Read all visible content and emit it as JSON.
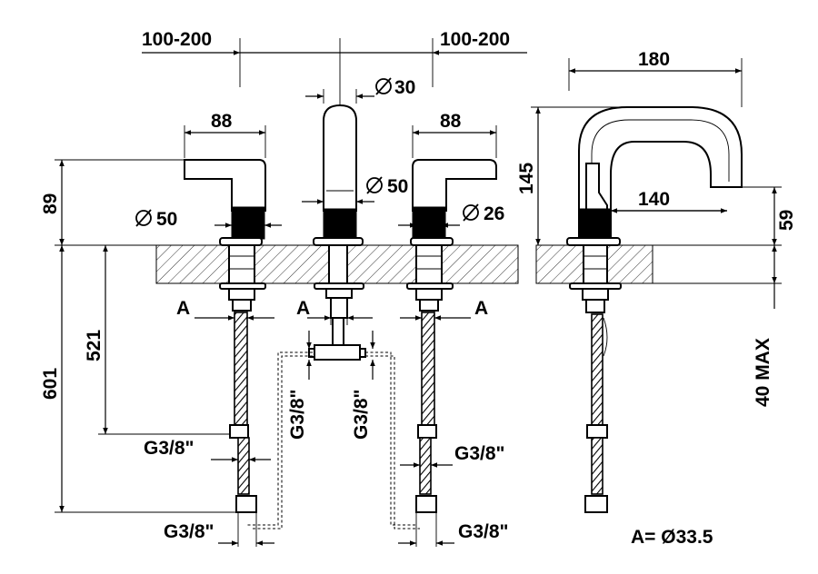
{
  "dimensions": {
    "spacing_left": "100-200",
    "spacing_right": "100-200",
    "spout_diameter": "30",
    "handle_width_left": "88",
    "handle_width_right": "88",
    "handle_height": "89",
    "body_diameter_left": "50",
    "spout_body_diameter": "50",
    "body_diameter_right": "26",
    "total_depth": "601",
    "connection_depth": "521",
    "side_reach": "180",
    "side_height": "145",
    "side_spout_reach": "140",
    "side_spout_height": "59",
    "max_thickness": "40 MAX",
    "label_a1": "A",
    "label_a2": "A",
    "label_a3": "A",
    "thread_1": "G3/8\"",
    "thread_2": "G3/8\"",
    "thread_3": "G3/8\"",
    "thread_4": "G3/8\"",
    "thread_5": "G3/8\"",
    "thread_6": "G3/8\"",
    "legend": "A= Ø33.5"
  }
}
